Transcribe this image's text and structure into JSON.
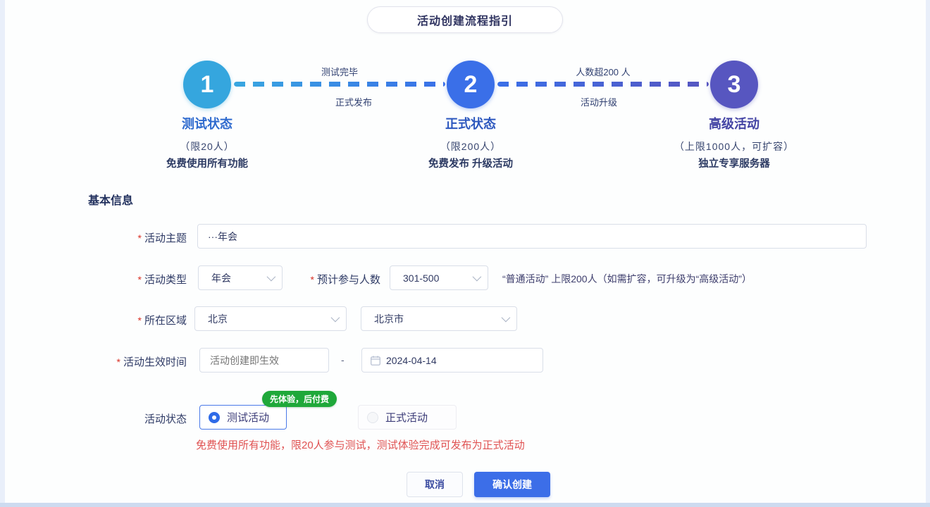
{
  "page": {
    "title": "活动创建流程指引"
  },
  "colors": {
    "step1": "#35a6de",
    "step2": "#3a6fe8",
    "step3": "#5756c0",
    "confirm_button": "#3c6ee8",
    "badge_green": "#1fa83a",
    "error_text": "#e05252"
  },
  "stepper": {
    "steps": [
      {
        "number": "1",
        "title": "测试状态",
        "limit": "（限20人）",
        "desc": "免费使用所有功能"
      },
      {
        "number": "2",
        "title": "正式状态",
        "limit": "（限200人）",
        "desc": "免费发布 升级活动"
      },
      {
        "number": "3",
        "title": "高级活动",
        "limit": "（上限1000人，可扩容）",
        "desc": "独立专享服务器"
      }
    ],
    "connectors": [
      {
        "top_label": "测试完毕",
        "bottom_label": "正式发布"
      },
      {
        "top_label": "人数超200 人",
        "bottom_label": "活动升级"
      }
    ]
  },
  "form": {
    "section_title": "基本信息",
    "theme": {
      "label": "活动主题",
      "value": "···年会"
    },
    "type": {
      "label": "活动类型",
      "value": "年会"
    },
    "participants": {
      "label": "预计参与人数",
      "value": "301-500",
      "note": "“普通活动” 上限200人（如需扩容，可升级为“高级活动”）"
    },
    "region": {
      "label": "所在区域",
      "province": "北京",
      "city": "北京市"
    },
    "effective_time": {
      "label": "活动生效时间",
      "start_placeholder": "活动创建即生效",
      "separator": "-",
      "end_value": "2024-04-14"
    },
    "status": {
      "label": "活动状态",
      "options": [
        {
          "label": "测试活动",
          "badge": "先体验，后付费"
        },
        {
          "label": "正式活动"
        }
      ],
      "hint": "免费使用所有功能，限20人参与测试，测试体验完成可发布为正式活动"
    },
    "actions": {
      "cancel": "取消",
      "confirm": "确认创建"
    }
  }
}
